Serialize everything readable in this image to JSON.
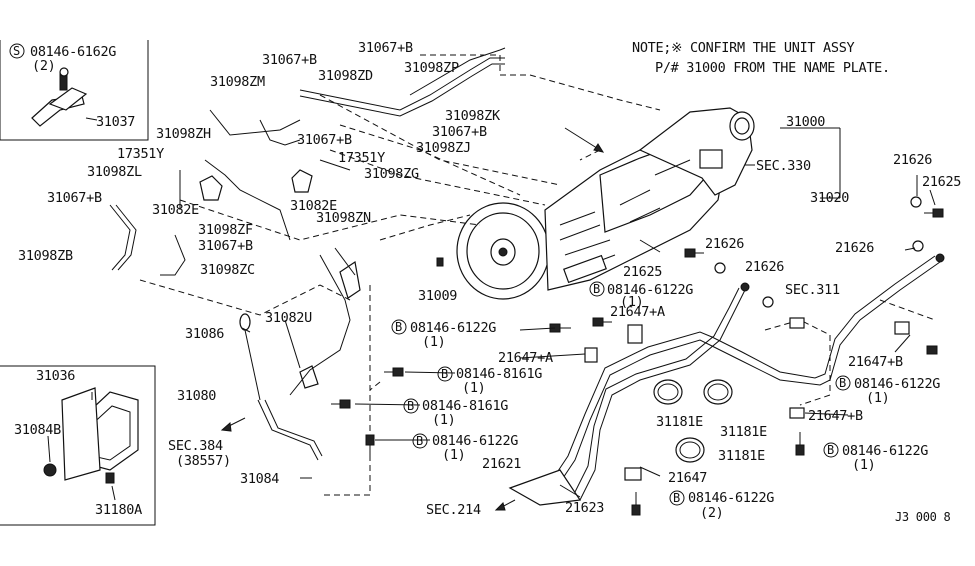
{
  "note": {
    "line1": "NOTE;※ CONFIRM THE UNIT ASSY",
    "line2": "P/# 31000 FROM THE NAME PLATE."
  },
  "corner_code": "J3 000 8",
  "callouts": [
    {
      "id": "c1",
      "text": "08146-6162G"
    },
    {
      "id": "c2",
      "text": "(2)"
    },
    {
      "id": "c3",
      "text": "31037"
    },
    {
      "id": "c4",
      "text": "31067+B"
    },
    {
      "id": "c5",
      "text": "31098ZM"
    },
    {
      "id": "c6",
      "text": "31067+B"
    },
    {
      "id": "c7",
      "text": "31098ZD"
    },
    {
      "id": "c8",
      "text": "31098ZP"
    },
    {
      "id": "c9",
      "text": "31098ZK"
    },
    {
      "id": "c10",
      "text": "31067+B"
    },
    {
      "id": "c11",
      "text": "31098ZJ"
    },
    {
      "id": "c12",
      "text": "31098ZH"
    },
    {
      "id": "c13",
      "text": "31067+B"
    },
    {
      "id": "c14",
      "text": "17351Y"
    },
    {
      "id": "c15",
      "text": "17351Y"
    },
    {
      "id": "c16",
      "text": "31098ZL"
    },
    {
      "id": "c17",
      "text": "31098ZG"
    },
    {
      "id": "c18",
      "text": "31067+B"
    },
    {
      "id": "c19",
      "text": "31082E"
    },
    {
      "id": "c20",
      "text": "31082E"
    },
    {
      "id": "c21",
      "text": "31098ZF"
    },
    {
      "id": "c22",
      "text": "31098ZN"
    },
    {
      "id": "c23",
      "text": "31067+B"
    },
    {
      "id": "c24",
      "text": "31098ZB"
    },
    {
      "id": "c25",
      "text": "31098ZC"
    },
    {
      "id": "c26",
      "text": "31000"
    },
    {
      "id": "c27",
      "text": "SEC.330"
    },
    {
      "id": "c28",
      "text": "31020"
    },
    {
      "id": "c29",
      "text": "21626"
    },
    {
      "id": "c30",
      "text": "21625"
    },
    {
      "id": "c31",
      "text": "21626"
    },
    {
      "id": "c32",
      "text": "21626"
    },
    {
      "id": "c33",
      "text": "21625"
    },
    {
      "id": "c34",
      "text": "21626"
    },
    {
      "id": "c35",
      "text": "08146-6122G"
    },
    {
      "id": "c36",
      "text": "(1)"
    },
    {
      "id": "c37",
      "text": "SEC.311"
    },
    {
      "id": "c38",
      "text": "31009"
    },
    {
      "id": "c39",
      "text": "21647+A"
    },
    {
      "id": "c40",
      "text": "31086"
    },
    {
      "id": "c41",
      "text": "31082U"
    },
    {
      "id": "c42",
      "text": "08146-6122G"
    },
    {
      "id": "c43",
      "text": "(1)"
    },
    {
      "id": "c44",
      "text": "21647+A"
    },
    {
      "id": "c45",
      "text": "21647+B"
    },
    {
      "id": "c46",
      "text": "08146-8161G"
    },
    {
      "id": "c47",
      "text": "(1)"
    },
    {
      "id": "c48",
      "text": "08146-6122G"
    },
    {
      "id": "c49",
      "text": "(1)"
    },
    {
      "id": "c50",
      "text": "31036"
    },
    {
      "id": "c51",
      "text": "31080"
    },
    {
      "id": "c52",
      "text": "08146-8161G"
    },
    {
      "id": "c53",
      "text": "(1)"
    },
    {
      "id": "c54",
      "text": "31181E"
    },
    {
      "id": "c55",
      "text": "31181E"
    },
    {
      "id": "c56",
      "text": "21647+B"
    },
    {
      "id": "c57",
      "text": "31084B"
    },
    {
      "id": "c58",
      "text": "SEC.384"
    },
    {
      "id": "c59",
      "text": "(38557)"
    },
    {
      "id": "c60",
      "text": "08146-6122G"
    },
    {
      "id": "c61",
      "text": "(1)"
    },
    {
      "id": "c62",
      "text": "31181E"
    },
    {
      "id": "c63",
      "text": "08146-6122G"
    },
    {
      "id": "c64",
      "text": "(1)"
    },
    {
      "id": "c65",
      "text": "31084"
    },
    {
      "id": "c66",
      "text": "21621"
    },
    {
      "id": "c67",
      "text": "21647"
    },
    {
      "id": "c68",
      "text": "31180A"
    },
    {
      "id": "c69",
      "text": "SEC.214"
    },
    {
      "id": "c70",
      "text": "21623"
    },
    {
      "id": "c71",
      "text": "08146-6122G"
    },
    {
      "id": "c72",
      "text": "(2)"
    }
  ],
  "symbols": {
    "bolt_marker": "B",
    "screw_marker": "S"
  }
}
